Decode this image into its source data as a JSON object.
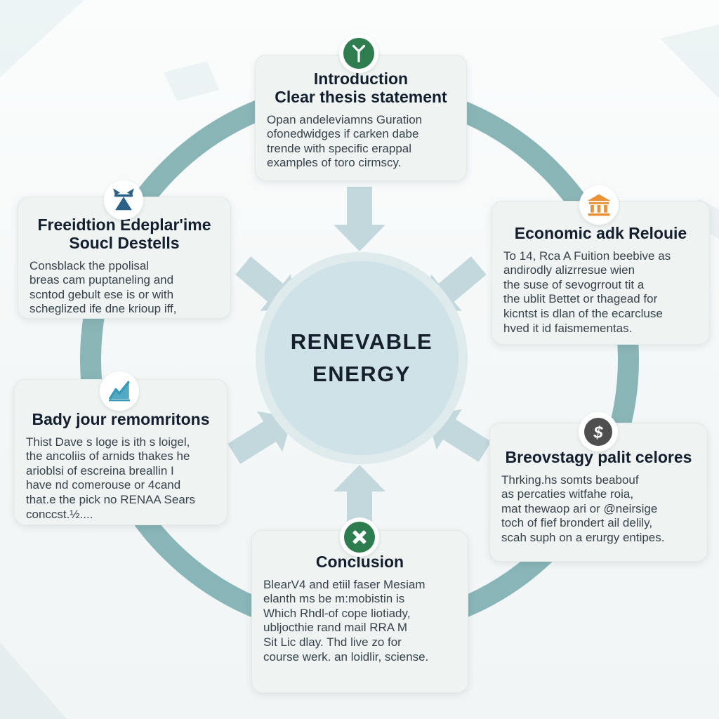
{
  "center": {
    "line1": "RENEVABLE",
    "line2": "ENERGY"
  },
  "boxes": {
    "intro": {
      "icon": "wind-turbine-icon",
      "title": "Introduction\nClear thesis statement",
      "body": "Opan andeleviamns Guration\nofonedwidges if carken dabe\ntrende with specific erappal\nexamples of toro cirmscy."
    },
    "freeidtion": {
      "icon": "transmission-tower-icon",
      "title": "Freeidtion Edeplar'ime\nSoucl Destells",
      "body": "Consblack the ppolisal\nbreas cam puptaneling and\nscntod gebult ese is or with\nscheglized ife dne krioup iff,"
    },
    "economic": {
      "icon": "bank-icon",
      "title": "Economic adk Relouie",
      "body": "To 14, Rca A Fuition beebive as\nandirodly alizrresue wien\nthe suse of sevogrrout tit a\nthe ublit Bettet or thagead for\nkicntst is dlan of the ecarcluse\nhved it id faismementas."
    },
    "body_points": {
      "icon": "line-chart-icon",
      "title": "Bady jour remomritons",
      "body": "Thist Dave s loge is ith s loigel,\nthe ancoliis of arnids thakes he\narioblsi of escreina breallin I\nhave nd comerouse or 4cand\nthat.e the pick no RENAA Sears\nconccst.½...."
    },
    "strategy": {
      "icon": "dollar-icon",
      "title": "Breovstagy palit celores",
      "body": "Thrking.hs somts beabouf\nas percaties witfahe roia,\nmat thewaop ari or @neirsige\ntoch of fief brondert ail delily,\nscah suph on a erurgy entipes."
    },
    "conclusion": {
      "icon": "cross-arrows-icon",
      "title": "Conclusion",
      "body": "BlearV4 and etiil faser Mesiam\nelanth ms be m:mobistin is\nWhich Rhdl-of cope liotiady,\nubljocthie rand mail RRA M\nSit Lic dlay. Thd live zo for\ncourse werk. an loidlir, sciense."
    }
  },
  "colors": {
    "ring": "#7fafb1",
    "arrow": "#c2d8dc",
    "center_fill": "#cfe2e7",
    "center_outer": "#dfeaec",
    "green": "#2e7d4f",
    "blue": "#2a6186",
    "orange": "#e8923a",
    "dark": "#4f4f4f",
    "chart": "#3599b8",
    "box_bg": "#eff4f2",
    "title_text": "#131f2e",
    "body_text": "#37424c"
  }
}
